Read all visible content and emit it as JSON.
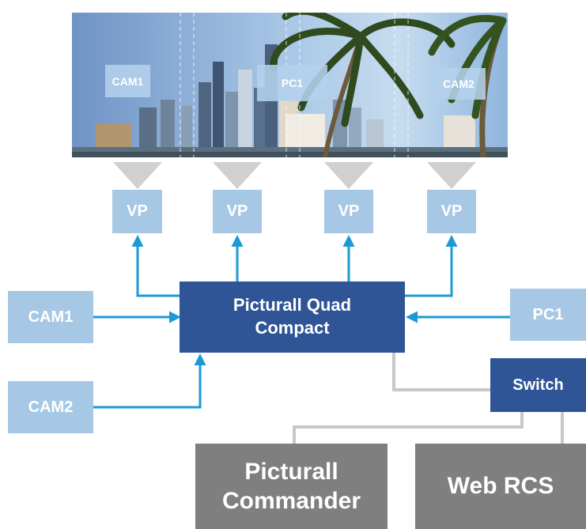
{
  "screen": {
    "labels": {
      "cam1": "CAM1",
      "pc1": "PC1",
      "cam2": "CAM2"
    }
  },
  "projectors": [
    "VP",
    "VP",
    "VP",
    "VP"
  ],
  "media_server": {
    "line1": "Picturall Quad",
    "line2": "Compact"
  },
  "sources": {
    "cam1": "CAM1",
    "cam2": "CAM2",
    "pc1": "PC1"
  },
  "switch": {
    "label": "Switch"
  },
  "controllers": {
    "commander": {
      "line1": "Picturall",
      "line2": "Commander"
    },
    "web_rcs": {
      "label": "Web RCS"
    }
  },
  "colors": {
    "light_box": "#a6c8e4",
    "dark_box": "#2f5597",
    "gray_box": "#7f7f7f",
    "arrow": "#1b9ad6",
    "cable": "#c8c8c8"
  }
}
